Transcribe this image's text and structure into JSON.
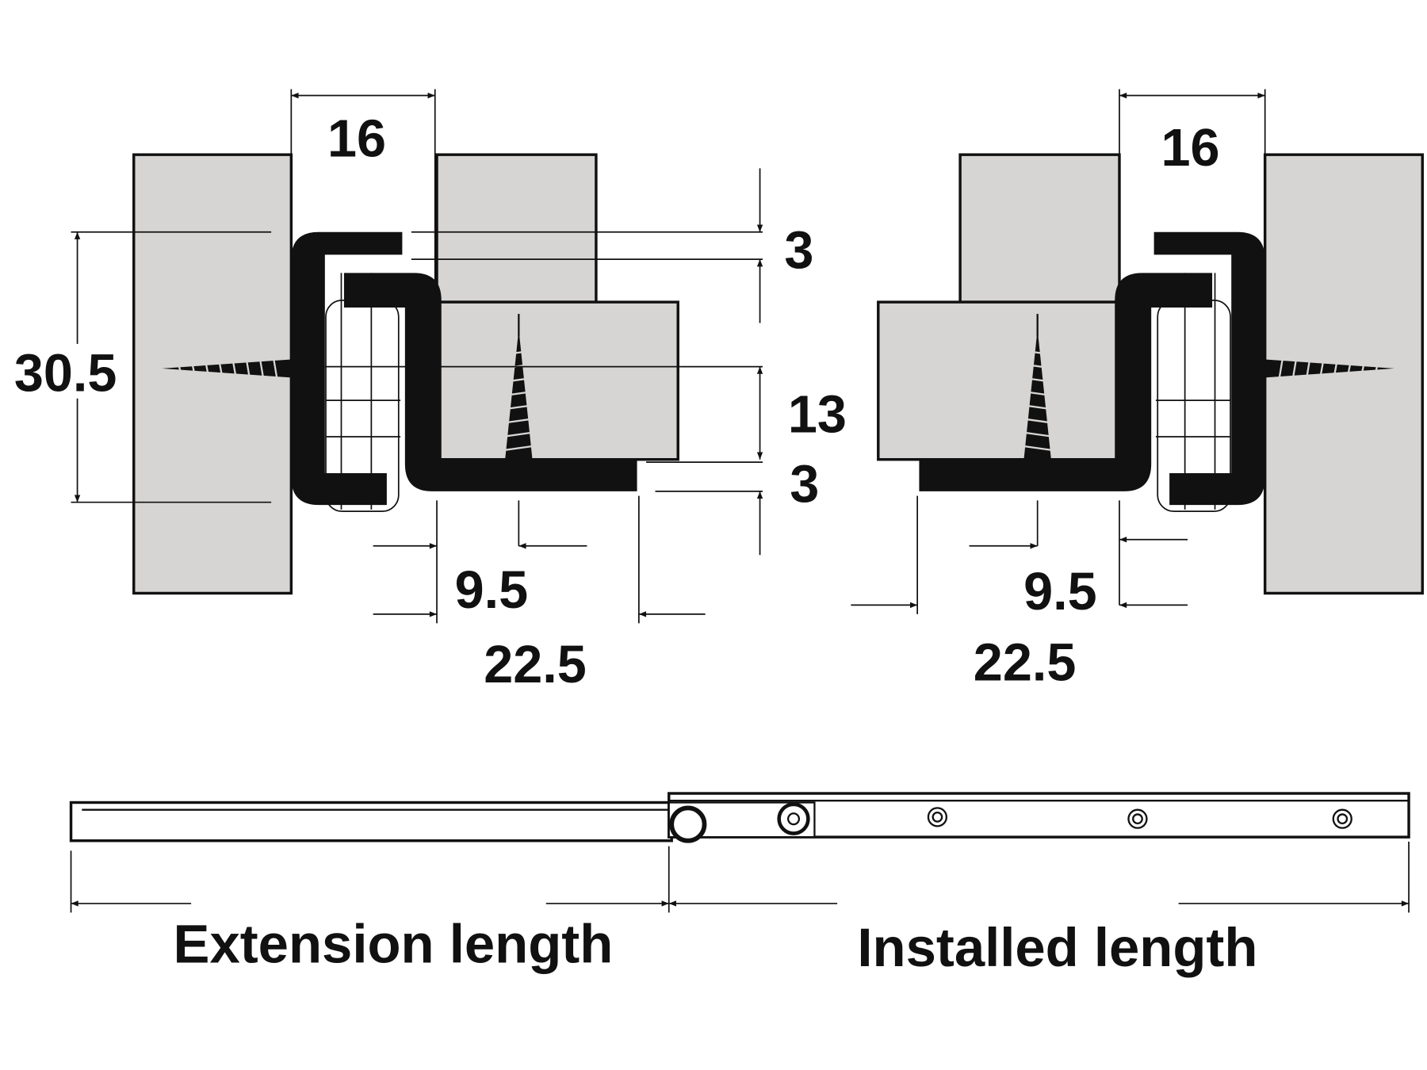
{
  "diagram": {
    "colors": {
      "panel": "#d6d5d3",
      "rail": "#111111",
      "background": "#ffffff"
    },
    "left_view": {
      "dim_width": "16",
      "dim_height": "30.5",
      "dim_top_gap": "3",
      "dim_middle": "13",
      "dim_bottom_gap": "3",
      "dim_offset": "9.5",
      "dim_depth": "22.5"
    },
    "right_view": {
      "dim_width": "16",
      "dim_offset": "9.5",
      "dim_depth": "22.5"
    },
    "side_view": {
      "extension_label": "Extension length",
      "installed_label": "Installed length"
    }
  }
}
